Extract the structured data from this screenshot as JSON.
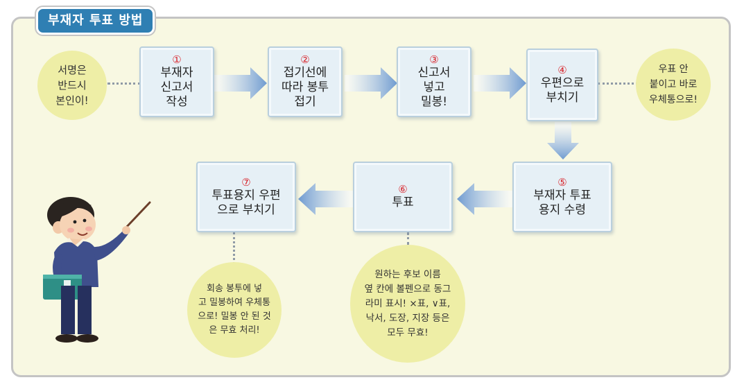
{
  "title": "부재자 투표 방법",
  "steps": [
    {
      "num": "①",
      "text": "부재자\n신고서\n작성"
    },
    {
      "num": "②",
      "text": "접기선에\n따라 봉투\n접기"
    },
    {
      "num": "③",
      "text": "신고서\n넣고\n밀봉!"
    },
    {
      "num": "④",
      "text": "우편으로\n부치기"
    },
    {
      "num": "⑤",
      "text": "부재자 투표\n용지 수령"
    },
    {
      "num": "⑥",
      "text": "투표"
    },
    {
      "num": "⑦",
      "text": "투표용지 우편\n으로 부치기"
    }
  ],
  "notes": {
    "sign": "서명은\n반드시\n본인이!",
    "stamp": "우표 안\n붙이고 바로\n우체통으로!",
    "mark": "원하는 후보 이름\n옆 칸에 볼펜으로 동그\n라미 표시! ×표, ∨표,\n낙서, 도장, 지장 등은\n모두 무효!",
    "seal": "회송 봉투에 넣\n고 밀봉하여 우체통\n으로! 밀봉 안 된 것\n은 무효 처리!"
  },
  "colors": {
    "title_bg": "#2f7fb3",
    "number_red": "#d8232a",
    "note_yellow": "#eeeea6",
    "arrow_blue": "#7ea6d4"
  }
}
